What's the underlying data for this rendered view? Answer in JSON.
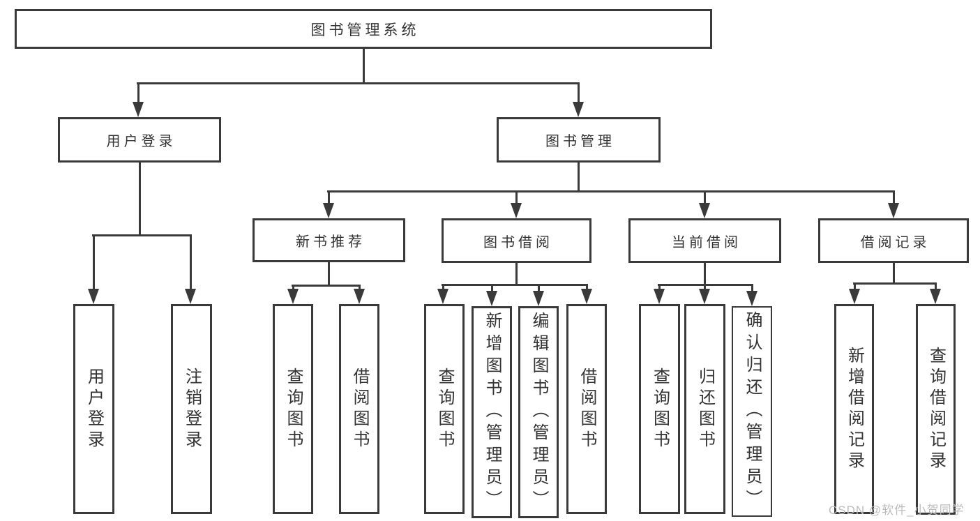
{
  "diagram": {
    "root": "图书管理系统",
    "login": {
      "label": "用户登录",
      "children": [
        "用户登录",
        "注销登录"
      ]
    },
    "manage": {
      "label": "图书管理",
      "modules": [
        {
          "label": "新书推荐",
          "children": [
            "查询图书",
            "借阅图书"
          ]
        },
        {
          "label": "图书借阅",
          "children": [
            "查询图书",
            "新增图书（管理员）",
            "编辑图书（管理员）",
            "借阅图书"
          ]
        },
        {
          "label": "当前借阅",
          "children": [
            "查询图书",
            "归还图书",
            "确认归还（管理员）"
          ]
        },
        {
          "label": "借阅记录",
          "children": [
            "新增借阅记录",
            "查询借阅记录"
          ]
        }
      ]
    },
    "watermark": "CSDN @软件_小贺同学",
    "colors": {
      "line": "#3a3a3a",
      "text": "#333333",
      "watermark": "#bcbcbc",
      "background": "#ffffff"
    }
  }
}
